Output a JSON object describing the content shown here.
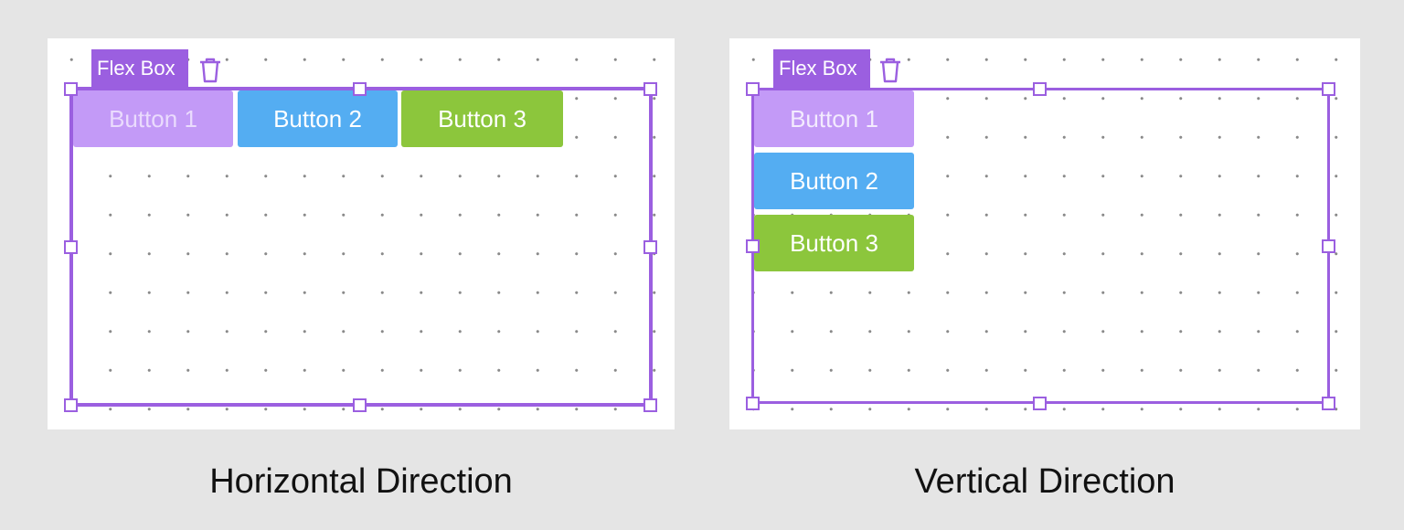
{
  "colors": {
    "background": "#e5e5e5",
    "canvas": "#ffffff",
    "selection": "#9b5fe0",
    "button_1": "#c39af7",
    "button_2": "#54adf2",
    "button_3": "#8cc63c"
  },
  "horizontal_example": {
    "container_tag": "Flex Box",
    "delete_icon": "trash-icon",
    "buttons": [
      {
        "label": "Button 1"
      },
      {
        "label": "Button 2"
      },
      {
        "label": "Button 3"
      }
    ],
    "caption": "Horizontal Direction"
  },
  "vertical_example": {
    "container_tag": "Flex Box",
    "delete_icon": "trash-icon",
    "buttons": [
      {
        "label": "Button 1"
      },
      {
        "label": "Button 2"
      },
      {
        "label": "Button 3"
      }
    ],
    "caption": "Vertical Direction"
  }
}
